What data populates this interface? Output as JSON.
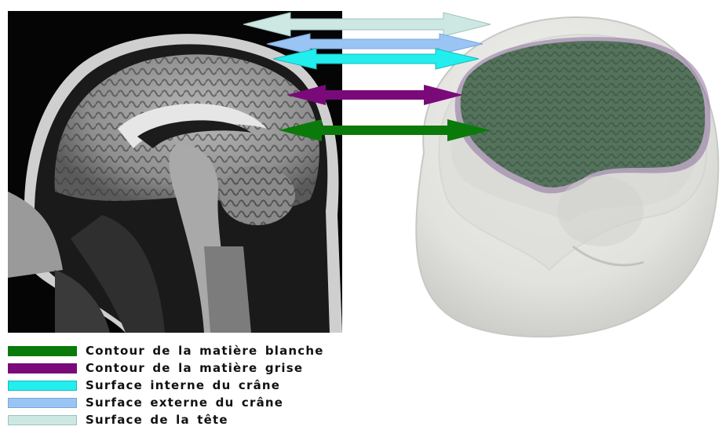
{
  "legend": [
    {
      "label": "Contour de la matière blanche",
      "color": "#0a7a0a"
    },
    {
      "label": "Contour de la matière grise",
      "color": "#7a0a7a"
    },
    {
      "label": "Surface interne du crâne",
      "color": "#22eeee"
    },
    {
      "label": "Surface externe du crâne",
      "color": "#99c4f4"
    },
    {
      "label": "Surface de la tête",
      "color": "#cde8e2"
    }
  ],
  "panels": {
    "left": "T1-weighted sagittal MRI slice of a human head",
    "right": "3D rendered nested head model: head surface, skull surfaces and cortex"
  },
  "colors": {
    "white_matter": "#0a7a0a",
    "grey_matter": "#7a0a7a",
    "inner_skull": "#22eeee",
    "outer_skull": "#99c4f4",
    "head": "#cde8e2"
  }
}
